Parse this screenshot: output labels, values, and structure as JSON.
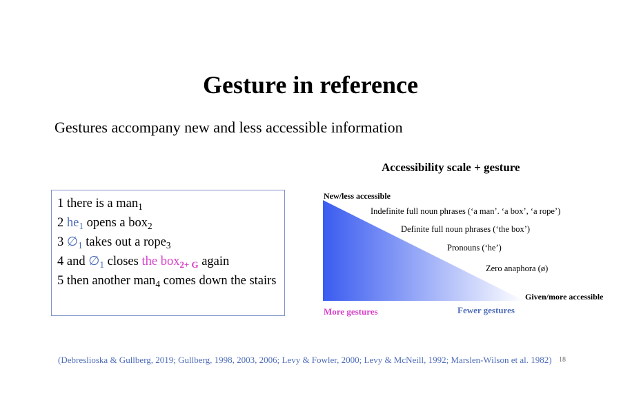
{
  "slide": {
    "title": "Gesture in reference",
    "subtitle": "Gestures accompany new and less accessible information",
    "page_number": "18"
  },
  "example": {
    "line1": {
      "num": "1",
      "text": "there is a man",
      "sub": "1"
    },
    "line2": {
      "num": "2",
      "he": "he",
      "he_sub": "1",
      "text": "opens a box",
      "sub": "2"
    },
    "line3": {
      "num": "3",
      "zero": "∅",
      "zero_sub": "1",
      "text": "takes out a rope",
      "sub": "3"
    },
    "line4": {
      "num": "4",
      "pre": "and",
      "zero": "∅",
      "zero_sub": "1",
      "mid": "closes",
      "box": "the box",
      "box_sub": "2+ G",
      "post": "again"
    },
    "line5": {
      "num": "5",
      "pre": "then another man",
      "sub": "4",
      "post": "comes down the stairs"
    }
  },
  "scale": {
    "title": "Accessibility scale + gesture",
    "top_label": "New/less accessible",
    "bottom_label": "Given/more accessible",
    "items": [
      "Indefinite full noun phrases (‘a man’. ‘a box’, ‘a rope’)",
      "Definite full noun phrases (‘the box’)",
      "Pronouns (‘he’)",
      "Zero anaphora (ø)"
    ],
    "more_gestures": "More gestures",
    "fewer_gestures": "Fewer gestures",
    "colors": {
      "gradient_start": "#3a5cf0",
      "gradient_end": "#ffffff"
    }
  },
  "references": "(Debreslioska & Gullberg, 2019; Gullberg, 1998, 2003, 2006; Levy & Fowler, 2000; Levy & McNeill, 1992; Marslen-Wilson et al. 1982)"
}
